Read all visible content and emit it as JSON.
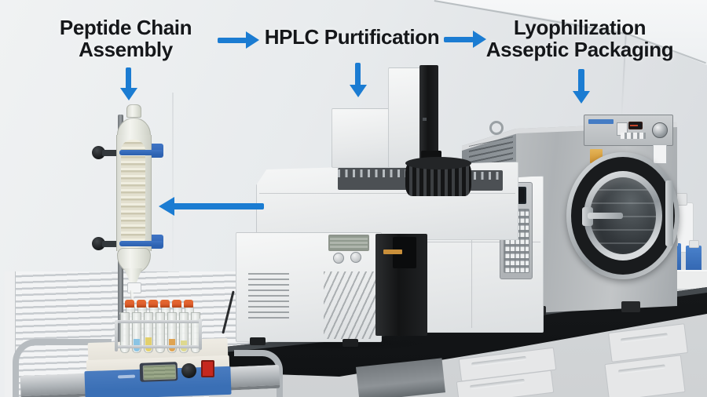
{
  "annotation": {
    "text_color": "#15171a",
    "arrow_color": "#1b7cd2",
    "steps": [
      {
        "line1": "Peptide Chain",
        "line2": "Assembly"
      },
      {
        "line1": "HPLC Purtification",
        "line2": ""
      },
      {
        "line1": "Lyophilization",
        "line2": "Asseptic Packaging"
      }
    ],
    "arrows": [
      {
        "name": "arrow-step1-to-step2",
        "direction": "right"
      },
      {
        "name": "arrow-step2-to-step3",
        "direction": "right"
      },
      {
        "name": "arrow-step1-down",
        "direction": "down"
      },
      {
        "name": "arrow-step2-down",
        "direction": "down"
      },
      {
        "name": "arrow-step3-down",
        "direction": "down"
      },
      {
        "name": "arrow-hplc-to-column",
        "direction": "left"
      }
    ]
  },
  "scene": {
    "objects": [
      {
        "name": "glass-coil-column-on-stand"
      },
      {
        "name": "fraction-collector-with-test-tubes"
      },
      {
        "name": "hplc-system"
      },
      {
        "name": "stainless-lyophilizer"
      },
      {
        "name": "lab-bench-with-cabinets"
      },
      {
        "name": "louvered-vent-panel"
      },
      {
        "name": "reagent-bottles"
      }
    ],
    "palette": {
      "wall": "#e8eaec",
      "bench_top": "#1c1e20",
      "cabinet": "#d7d9db",
      "steel": "#aeb3b7",
      "clamp_blue": "#2f64b4",
      "collector_panel_blue": "#3a6fb5",
      "tube_cap_orange": "#df5f2d",
      "lcd_green": "#9ba889"
    }
  }
}
